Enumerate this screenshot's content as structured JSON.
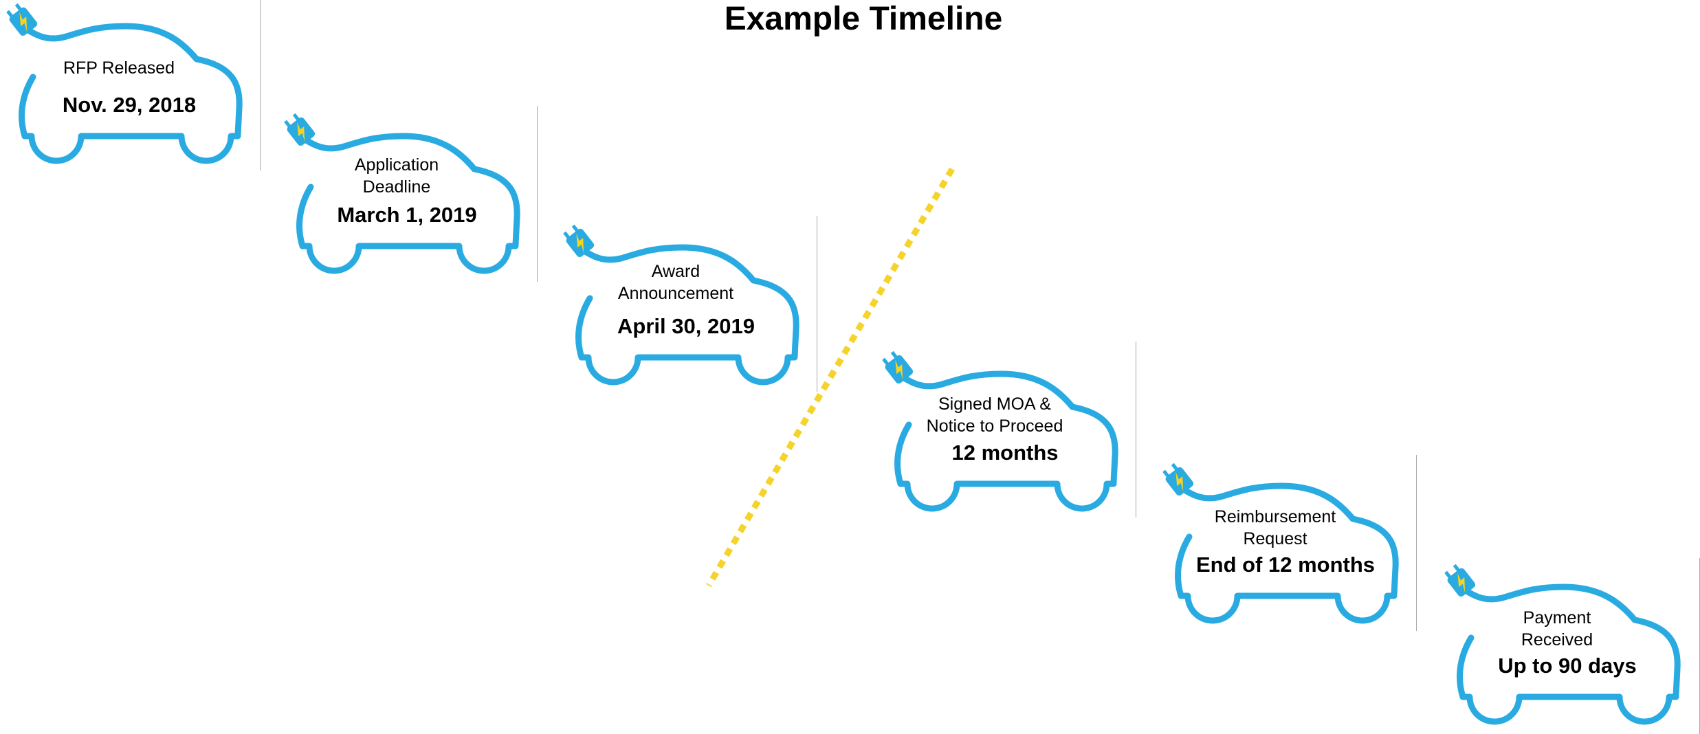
{
  "title": "Example Timeline",
  "colors": {
    "car": "#29abe2",
    "bolt": "#f7d21e",
    "divider": "#f5d32a",
    "separator": "#a8a8a8"
  },
  "milestones": [
    {
      "label": "RFP Released",
      "value": "Nov. 29, 2018"
    },
    {
      "label": "Application\nDeadline",
      "value": "March 1, 2019"
    },
    {
      "label": "Award\nAnnouncement",
      "value": "April 30, 2019"
    },
    {
      "label": "Signed MOA &\nNotice to Proceed",
      "value": "12 months"
    },
    {
      "label": "Reimbursement\nRequest",
      "value": "End of 12 months"
    },
    {
      "label": "Payment\nReceived",
      "value": "Up to 90 days"
    }
  ]
}
